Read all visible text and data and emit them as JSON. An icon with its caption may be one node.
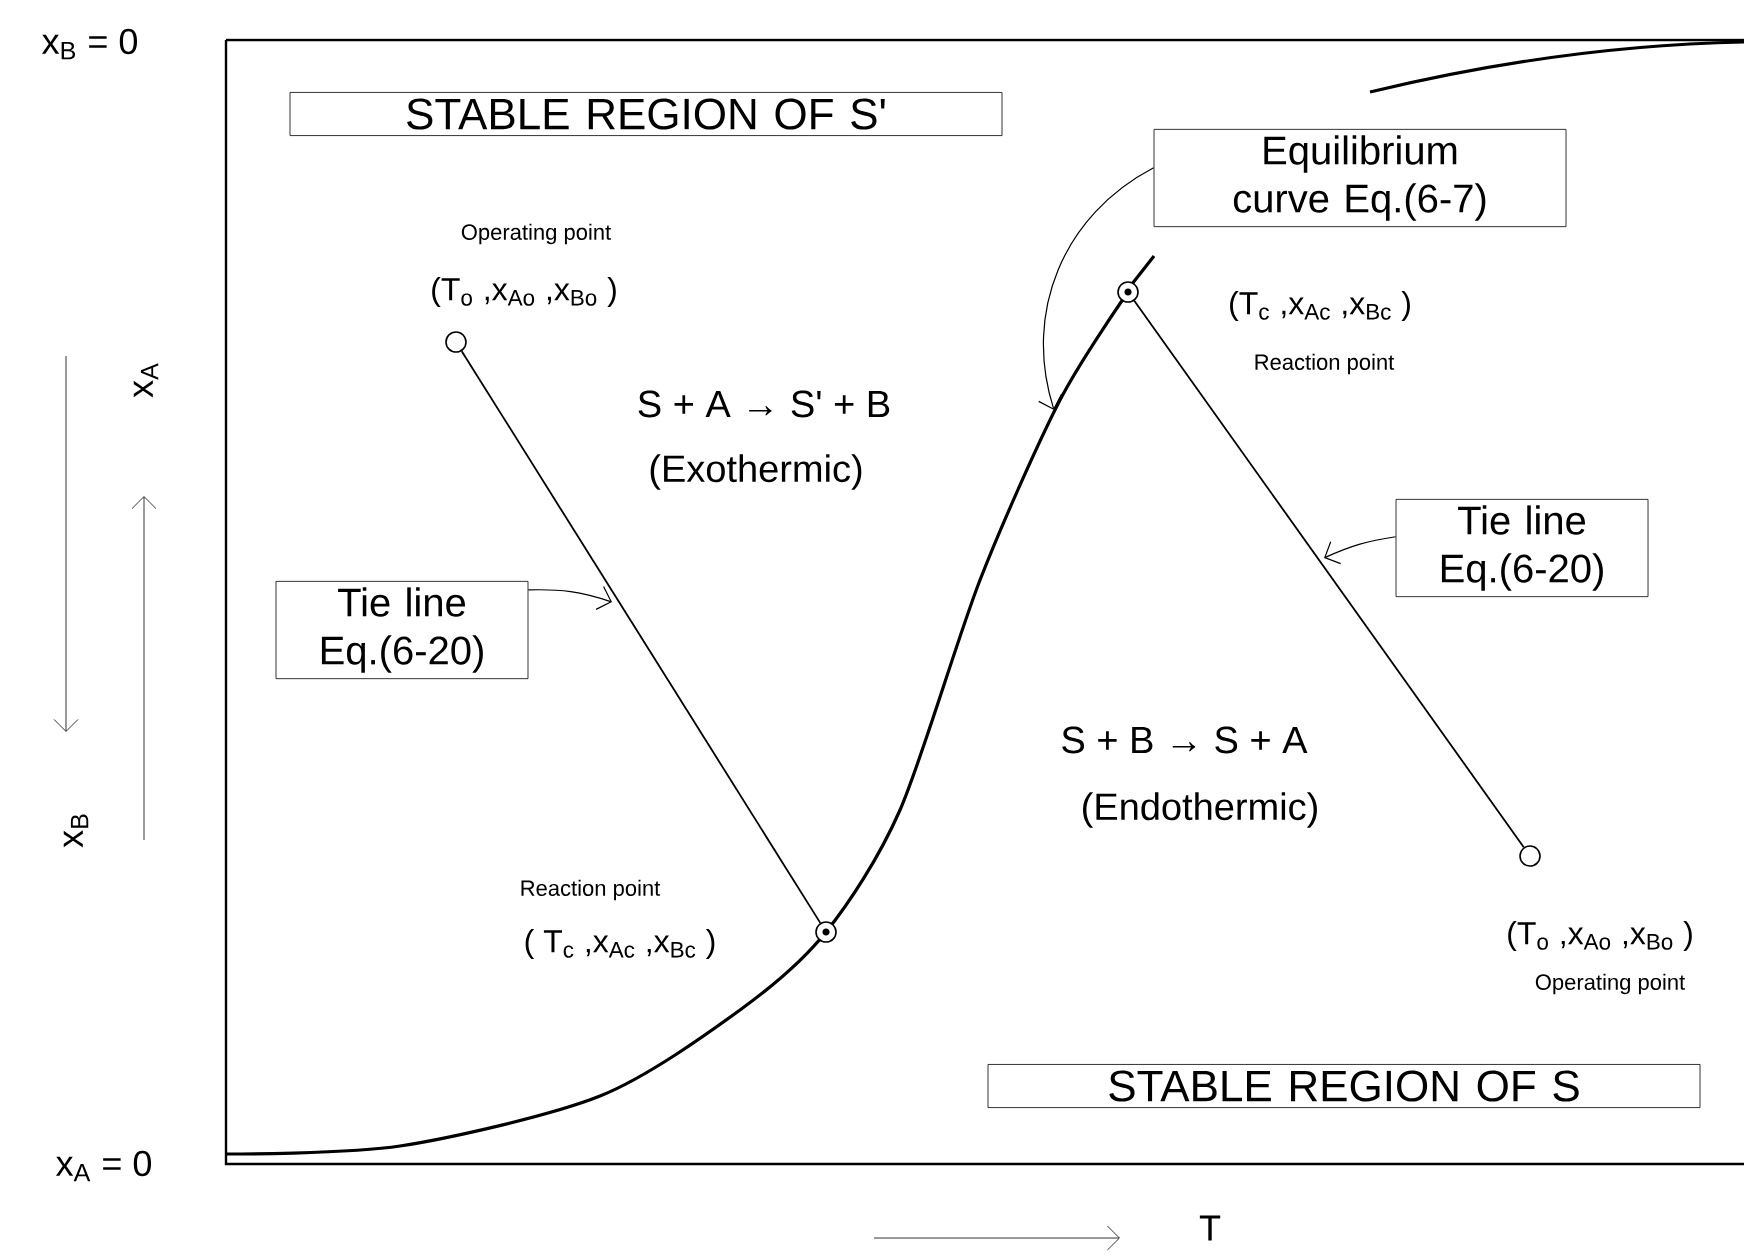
{
  "diagram": {
    "nodes": [
      {
        "text": [
          "STABLE REGION OF S'"
        ]
      },
      {
        "text": [
          "Equilibrium curve Eq.(6-7)"
        ]
      },
      {
        "text": [
          "Tie line Eq.(6-20)"
        ]
      },
      {
        "text": [
          "Tie line Eq.(6-20)"
        ]
      },
      {
        "text": [
          "STABLE REGION OF S"
        ]
      },
      {
        "text": [],
        "shape": "circle",
        "beside": [
          "Operating point",
          "(T$_{o}$ ,x$_{Ao}$ ,x$_{Bo}$ )"
        ]
      },
      {
        "text": [],
        "shape": "circle",
        "beside": [
          "Reaction point",
          "( T$_{c}$ ,x$_{Ac}$ ,x$_{Bc}$ )"
        ]
      },
      {
        "text": [],
        "shape": "circle",
        "beside": [
          "(T$_{c}$ ,x$_{Ac}$ ,x$_{Bc}$ )",
          "Reaction point"
        ]
      },
      {
        "text": [],
        "shape": "circle",
        "beside": [
          "(T$_{o}$ ,x$_{Ao}$ ,x$_{Bo}$ )",
          "Operating point"
        ]
      }
    ],
    "edges": [
      {
        "from": 5,
        "to": 6,
        "arrow": "none"
      },
      {
        "from": 7,
        "to": 8,
        "arrow": "none"
      },
      {
        "from": 1,
        "to": null,
        "arrow": "to"
      },
      {
        "from": 2,
        "to": null,
        "arrow": "to"
      },
      {
        "from": 3,
        "to": null,
        "arrow": "to"
      }
    ],
    "labels": [
      "x$_{B}$ = 0",
      "x$_{A}$",
      "x$_{B}$",
      "x$_{A}$ = 0",
      "T",
      "S + A → S' + B",
      "(Exothermic)",
      "S + B → S + A",
      "(Endothermic)"
    ]
  }
}
